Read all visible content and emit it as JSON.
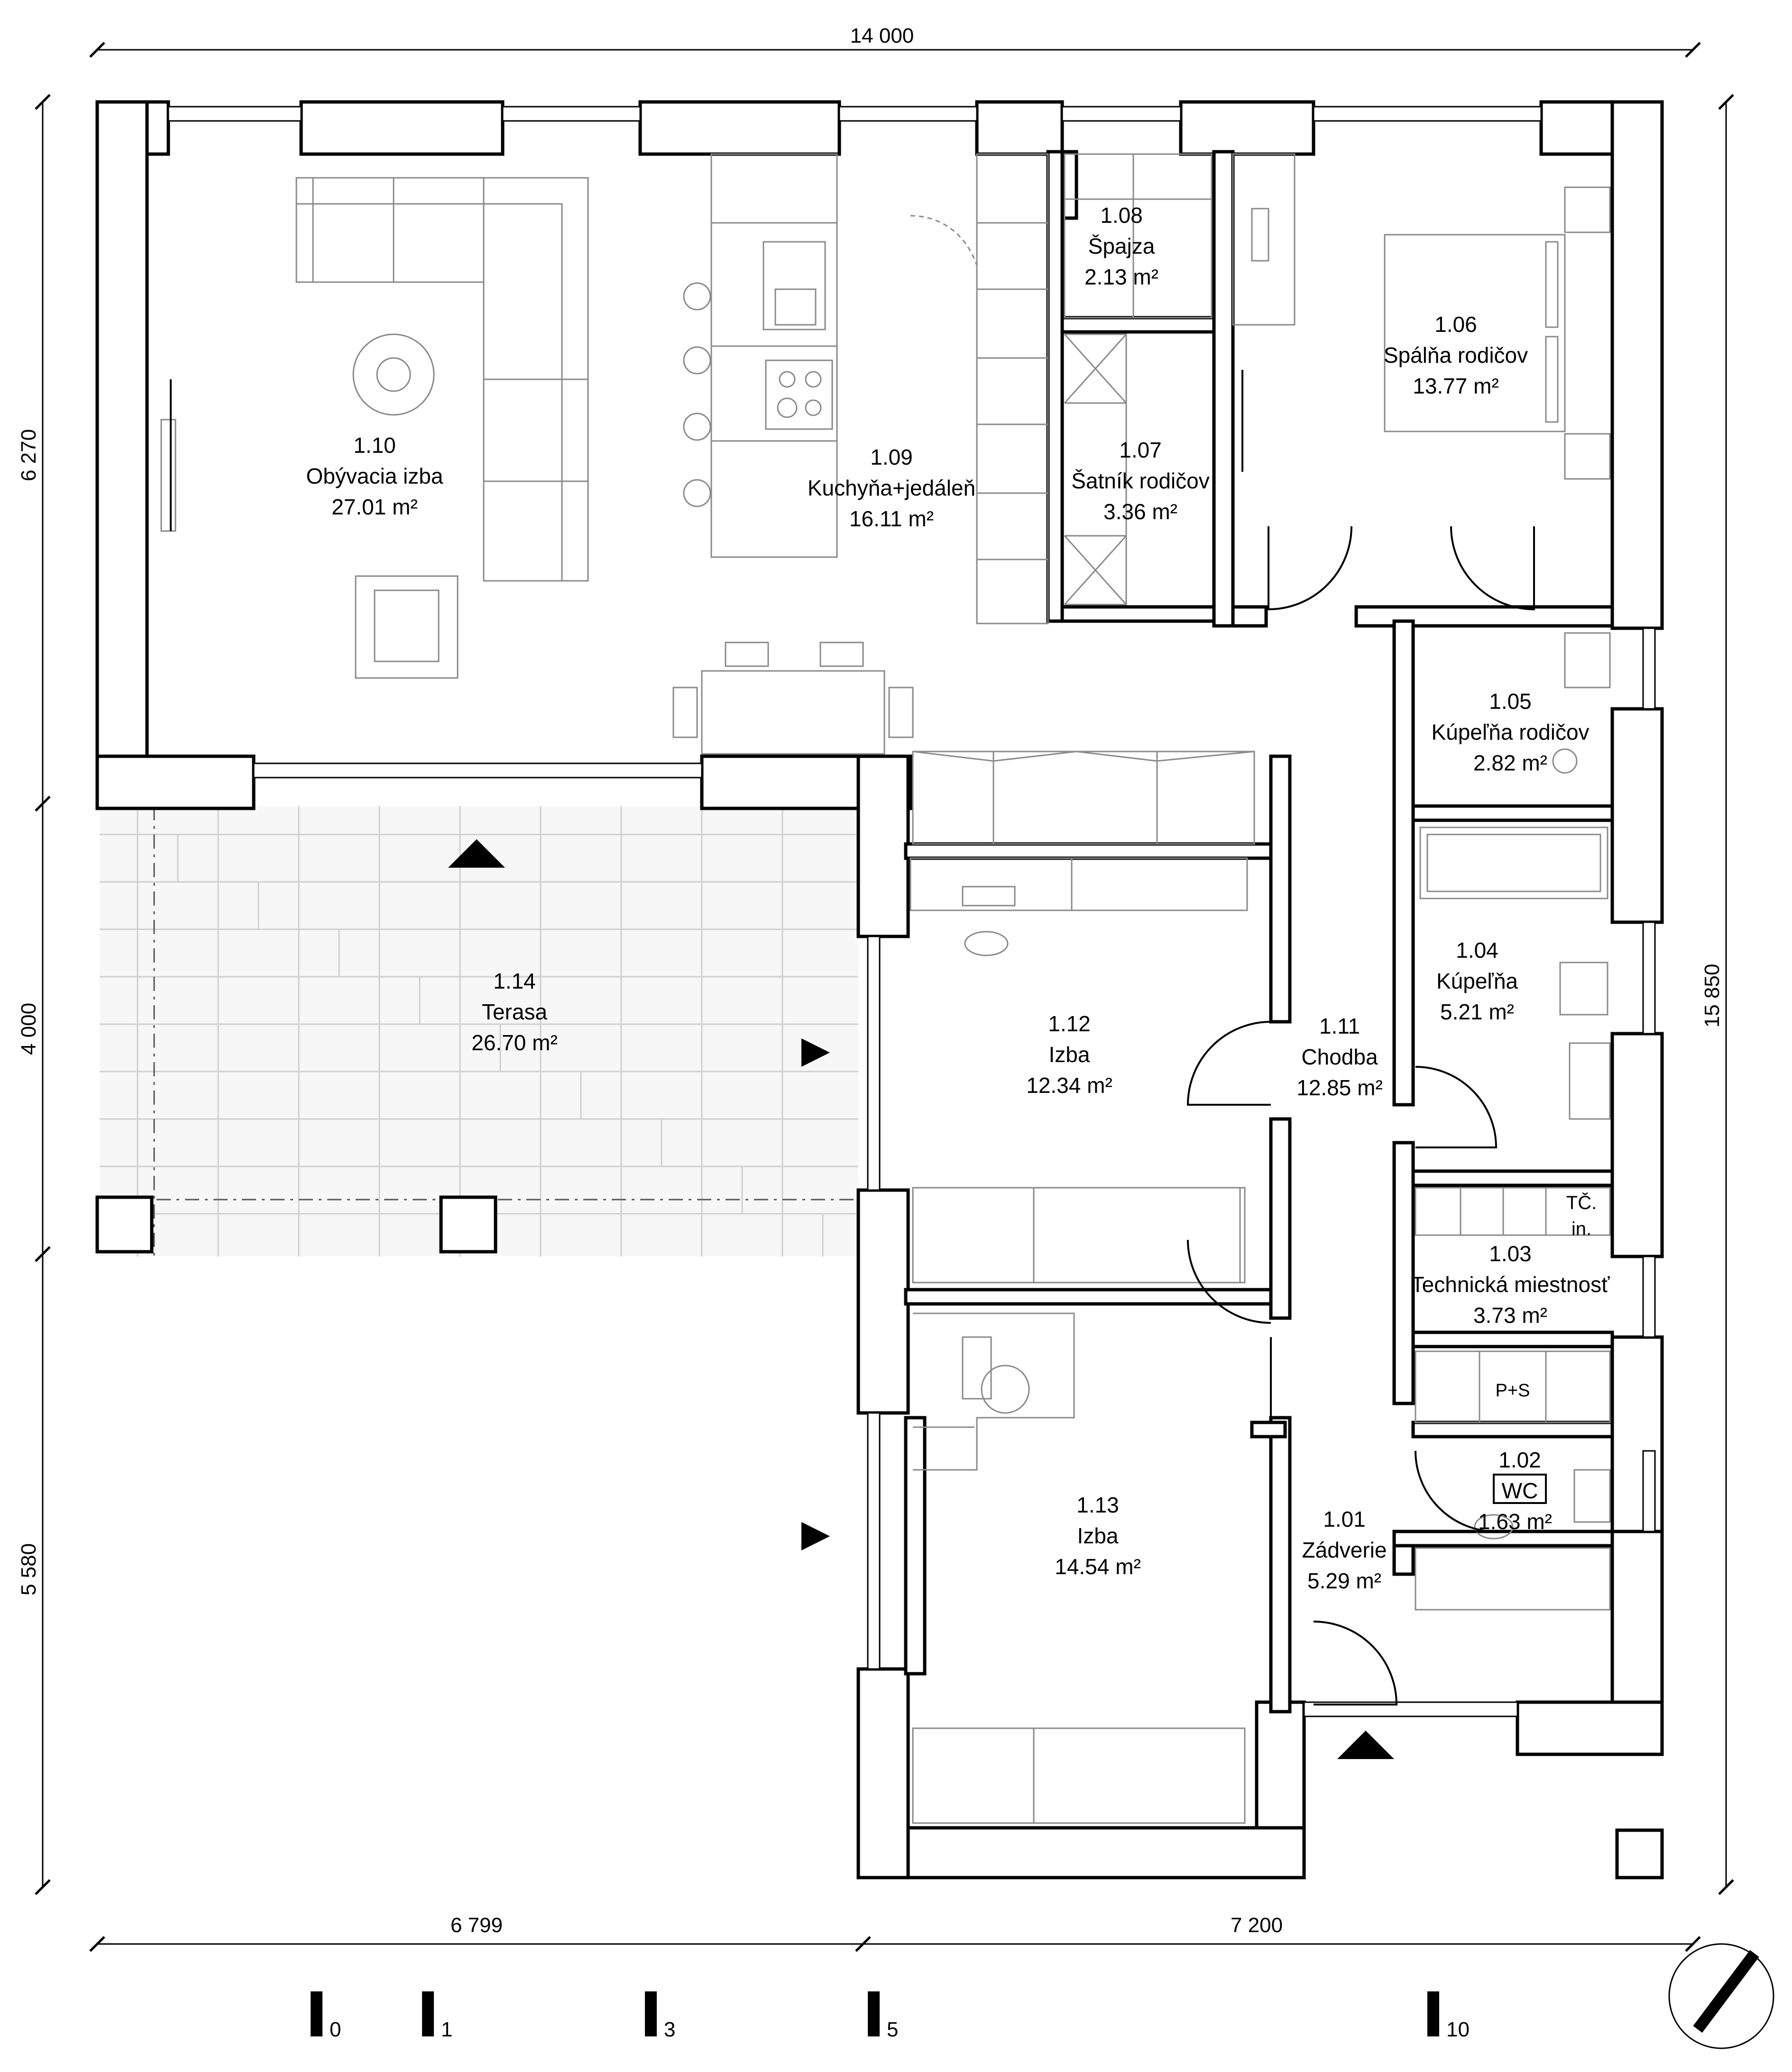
{
  "dimensions": {
    "top_total": "14 000",
    "bottom_left": "6 799",
    "bottom_right": "7 200",
    "left_upper": "6 270",
    "left_middle": "4 000",
    "left_lower": "5 580",
    "right_total": "15 850"
  },
  "rooms": [
    {
      "number": "1.01",
      "name": "Zádverie",
      "area": "5.29 m²"
    },
    {
      "number": "1.02",
      "name": "WC",
      "area": "1.63 m²"
    },
    {
      "number": "1.03",
      "name": "Technická miestnosť",
      "area": "3.73 m²"
    },
    {
      "number": "1.04",
      "name": "Kúpeľňa",
      "area": "5.21 m²"
    },
    {
      "number": "1.05",
      "name": "Kúpeľňa rodičov",
      "area": "2.82 m²"
    },
    {
      "number": "1.06",
      "name": "Spálňa rodičov",
      "area": "13.77 m²"
    },
    {
      "number": "1.07",
      "name": "Šatník rodičov",
      "area": "3.36 m²"
    },
    {
      "number": "1.08",
      "name": "Špajza",
      "area": "2.13 m²"
    },
    {
      "number": "1.09",
      "name": "Kuchyňa+jedáleň",
      "area": "16.11 m²"
    },
    {
      "number": "1.10",
      "name": "Obývacia izba",
      "area": "27.01 m²"
    },
    {
      "number": "1.11",
      "name": "Chodba",
      "area": "12.85 m²"
    },
    {
      "number": "1.12",
      "name": "Izba",
      "area": "12.34 m²"
    },
    {
      "number": "1.13",
      "name": "Izba",
      "area": "14.54 m²"
    },
    {
      "number": "1.14",
      "name": "Terasa",
      "area": "26.70 m²"
    }
  ],
  "equipment_labels": {
    "heat_pump": "TČ.",
    "heat_pump_unit": "in.",
    "washer_dryer": "P+S"
  },
  "scale_bar": [
    "0",
    "1",
    "3",
    "5",
    "10"
  ]
}
